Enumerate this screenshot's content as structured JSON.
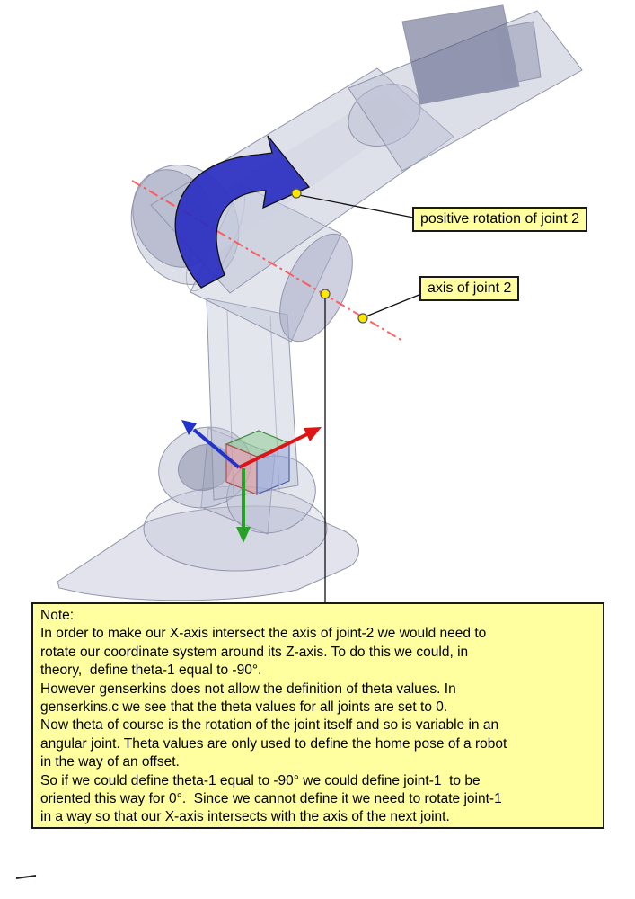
{
  "callouts": [
    {
      "label": "positive rotation of joint 2"
    },
    {
      "label": "axis of joint 2"
    }
  ],
  "note": {
    "title": "Note:",
    "lines": [
      "In order to make our X-axis intersect the axis of joint-2 we would need to",
      "rotate our coordinate system around its Z-axis. To do this we could, in",
      "theory,  define theta-1 equal to -90°.",
      "However genserkins does not allow the definition of theta values. In",
      "genserkins.c we see that the theta values for all joints are set to 0.",
      "Now theta of course is the rotation of the joint itself and so is variable in an",
      "angular joint. Theta values are only used to define the home pose of a robot",
      "in the way of an offset.",
      "So if we could define theta-1 equal to -90° we could define joint-1  to be",
      "oriented this way for 0°.  Since we cannot define it we need to rotate joint-1",
      "in a way so that our X-axis intersects with the axis of the next joint."
    ]
  },
  "colors": {
    "note_background": "#ffffa0",
    "callout_background": "#ffffa0",
    "callout_border": "#1a1a1a",
    "rotation_arrow_blue": "#2a2ec0",
    "joint_axis_red": "#ff5252",
    "marker_dot_yellow": "#ffe800",
    "x_axis_red": "#dd1515",
    "y_axis_green": "#27a227",
    "z_axis_blue": "#2233cc",
    "robot_body_gray": "#b9bdd2"
  },
  "icons": {
    "rotation_arrow": "curved-rotation-arrow",
    "axis_markers": "yellow-dot-marker"
  }
}
